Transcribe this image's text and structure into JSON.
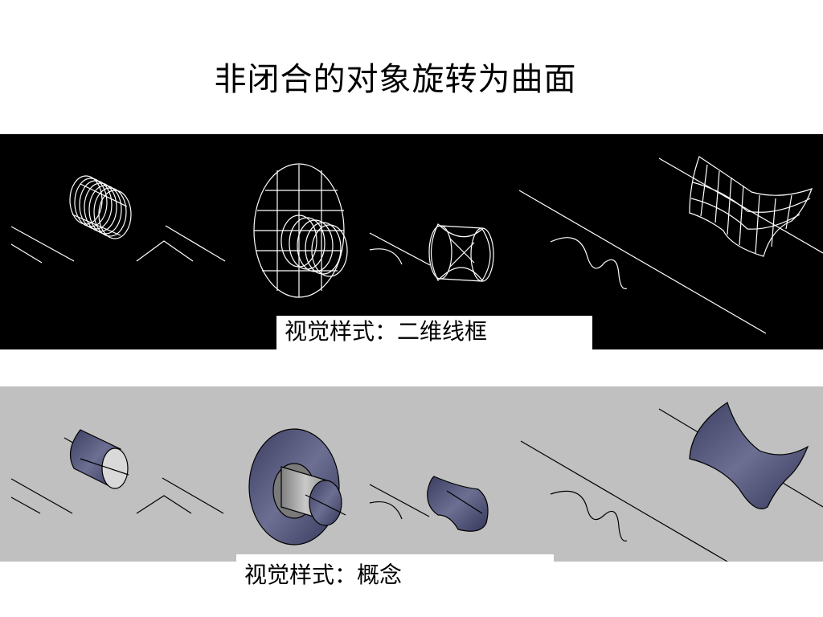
{
  "slide": {
    "title": "非闭合的对象旋转为曲面"
  },
  "panels": {
    "wireframe": {
      "caption": "视觉样式：二维线框",
      "background": "#000000",
      "line_color": "#ffffff"
    },
    "conceptual": {
      "caption": "视觉样式：概念",
      "background": "#c0c0c0",
      "surface_color": "#4a4d6e",
      "line_color": "#000000"
    }
  }
}
